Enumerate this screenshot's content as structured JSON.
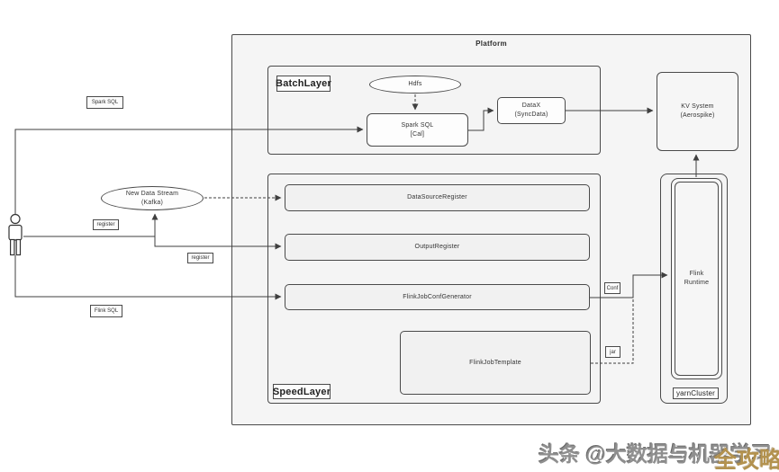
{
  "diagram": {
    "title": "Platform",
    "containers": {
      "batch_layer": {
        "label": "BatchLayer"
      },
      "speed_layer": {
        "label": "SpeedLayer"
      },
      "yarn_cluster": {
        "label": "yarnCluster"
      }
    },
    "nodes": {
      "hdfs": {
        "label": "Hdfs"
      },
      "spark_sql": {
        "line1": "Spark SQL",
        "line2": "[Cal]"
      },
      "datax": {
        "line1": "DataX",
        "line2": "(SyncData)"
      },
      "kv_system": {
        "line1": "KV System",
        "line2": "(Aerospike)"
      },
      "kafka": {
        "line1": "New Data Stream",
        "line2": "(Kafka)"
      },
      "data_source_register": {
        "label": "DataSourceRegister"
      },
      "output_register": {
        "label": "OutputRegister"
      },
      "flink_job_conf_generator": {
        "label": "FlinkJobConfGenerator"
      },
      "flink_job_template": {
        "label": "FlinkJobTemplate"
      },
      "flink_runtime": {
        "line1": "Flink",
        "line2": "Runtime"
      }
    },
    "edge_labels": {
      "spark_sql": "Spark SQL",
      "register_kafka": "register",
      "register_output": "register",
      "flink_sql": "Flink SQL",
      "conf": "Conf",
      "jar": "jar"
    },
    "connections": [
      {
        "from": "user",
        "to": "spark_sql",
        "label": "Spark SQL",
        "style": "solid"
      },
      {
        "from": "user",
        "to": "kafka",
        "label": "register",
        "style": "solid"
      },
      {
        "from": "user",
        "to": "output_register",
        "label": "register",
        "style": "solid"
      },
      {
        "from": "user",
        "to": "flink_job_conf_generator",
        "label": "Flink SQL",
        "style": "solid"
      },
      {
        "from": "kafka",
        "to": "data_source_register",
        "style": "dashed"
      },
      {
        "from": "hdfs",
        "to": "spark_sql",
        "style": "dashed"
      },
      {
        "from": "spark_sql",
        "to": "datax",
        "style": "solid"
      },
      {
        "from": "datax",
        "to": "kv_system",
        "style": "solid"
      },
      {
        "from": "flink_job_conf_generator",
        "to": "flink_runtime",
        "label": "Conf",
        "style": "solid"
      },
      {
        "from": "flink_job_template",
        "to": "flink_runtime",
        "label": "jar",
        "style": "dashed"
      },
      {
        "from": "flink_runtime",
        "to": "kv_system",
        "style": "solid"
      }
    ],
    "colors": {
      "line": "#3f3f3f",
      "container_fill": "#f5f5f5",
      "node_fill": "#f1f1f1",
      "background": "#ffffff"
    }
  },
  "watermark": {
    "handle": "头条 @大数据与机器学习",
    "logo": "全攻略",
    "logo_color": "#b3924f"
  }
}
